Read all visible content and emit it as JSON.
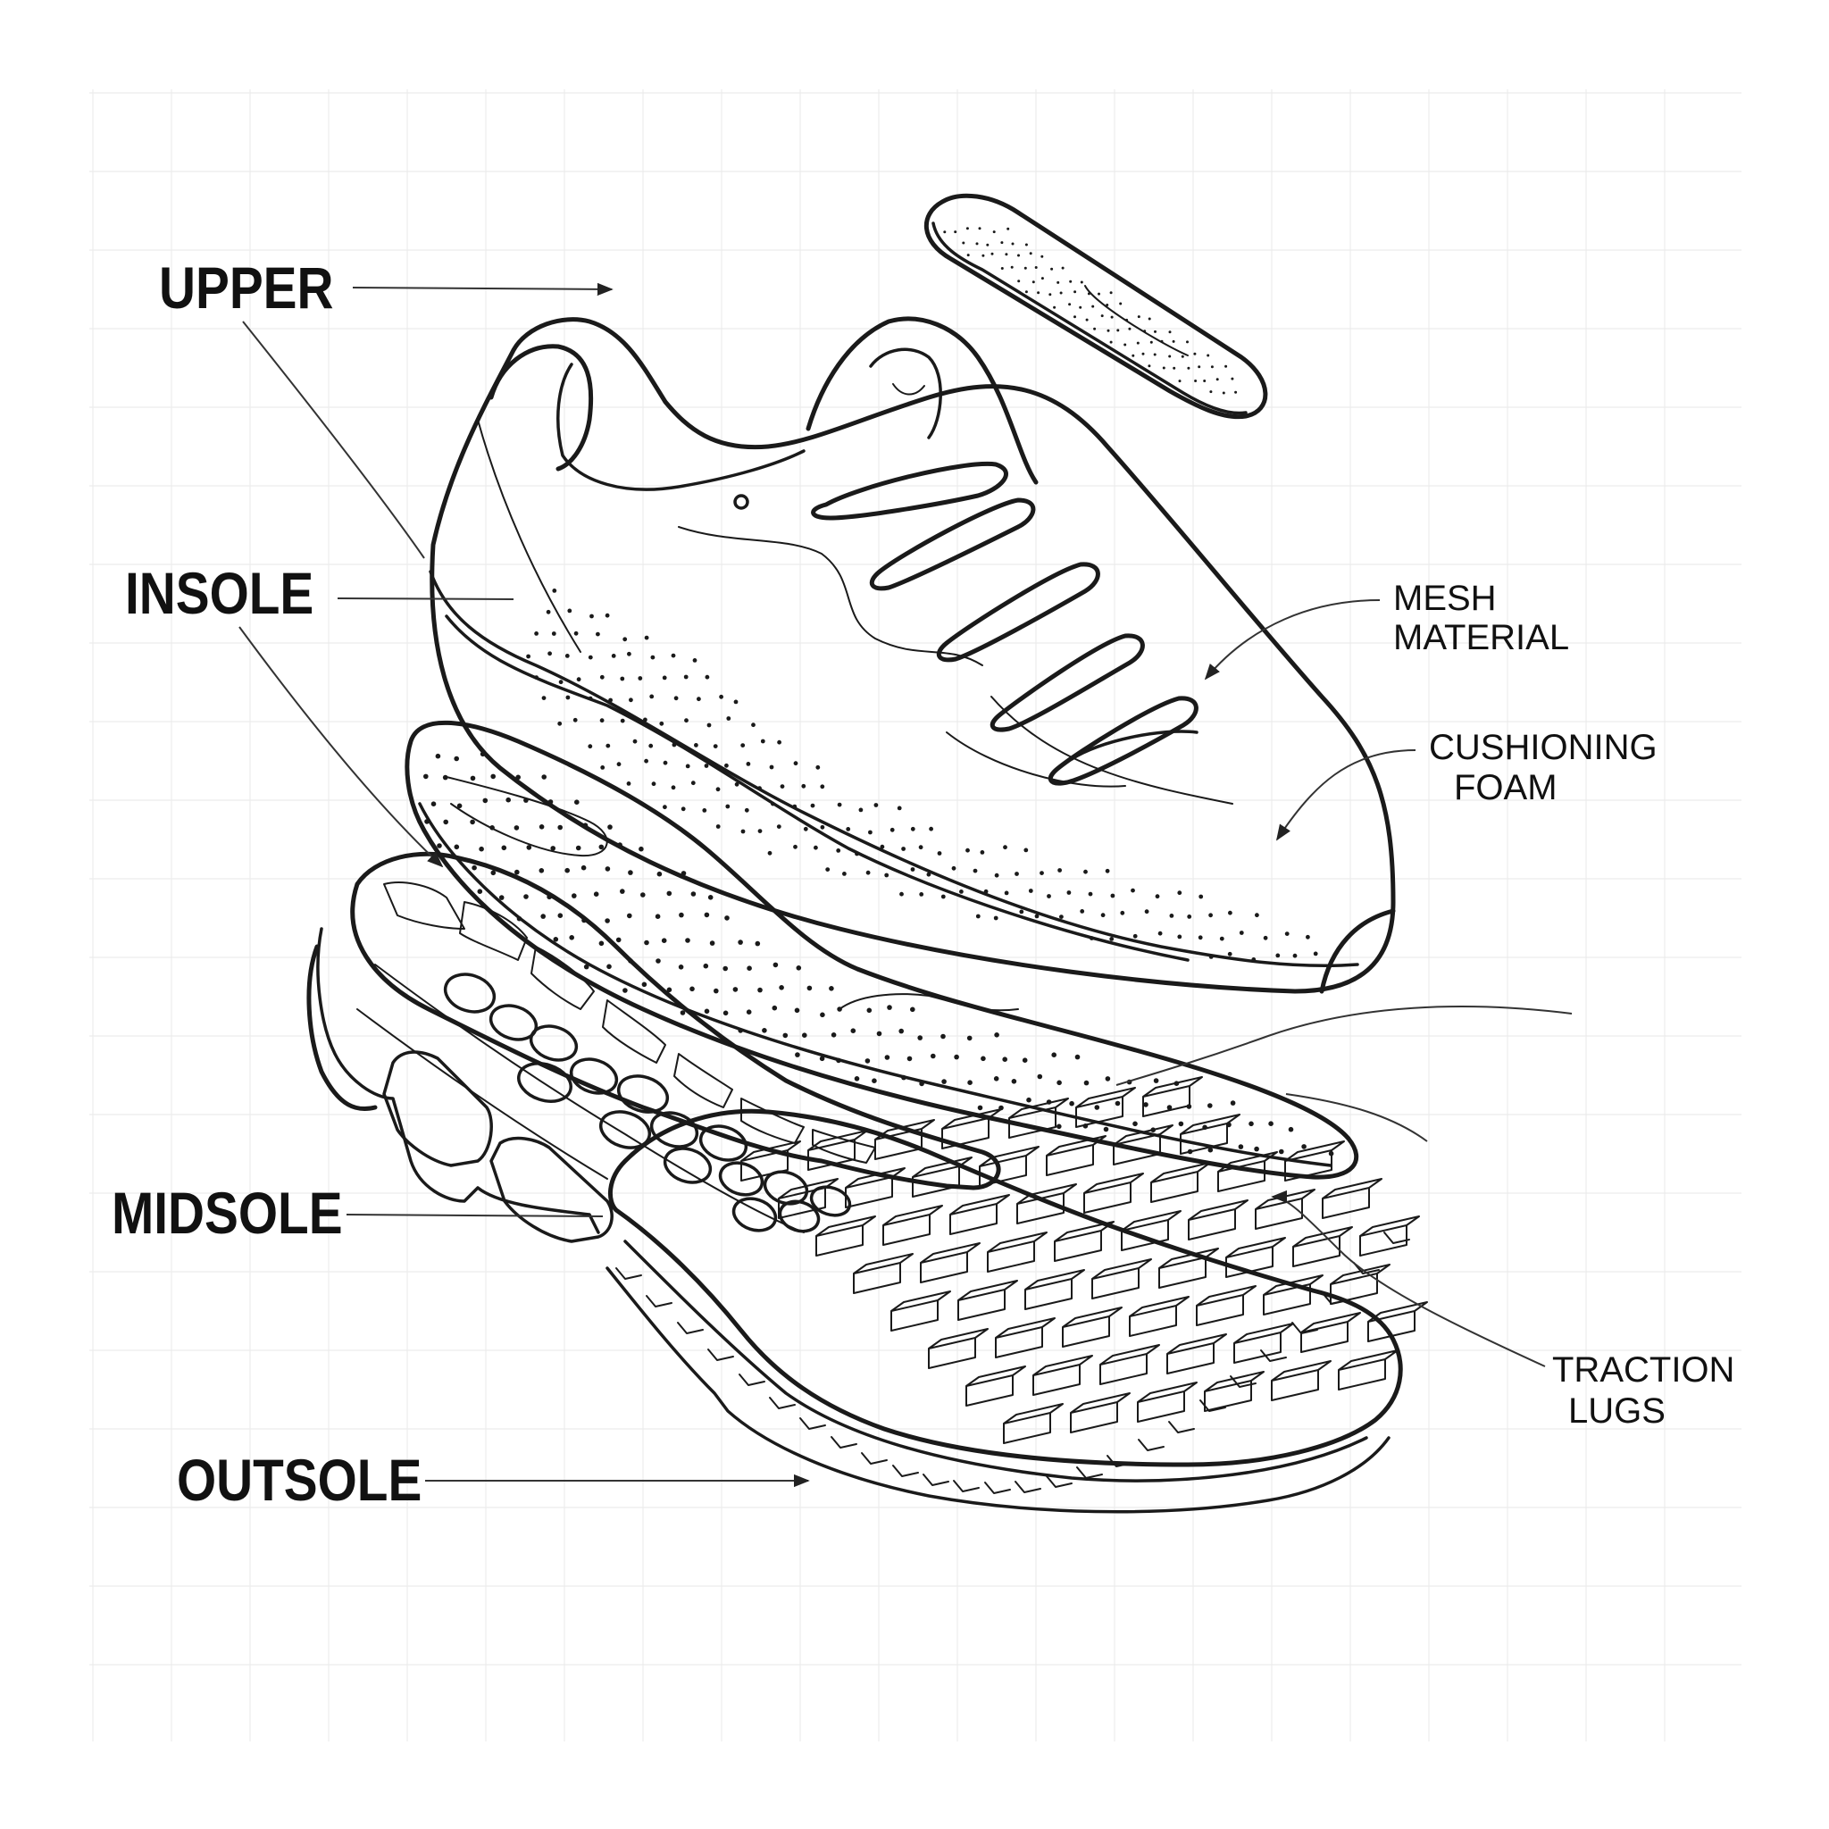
{
  "labels": {
    "upper": "UPPER",
    "insole": "INSOLE",
    "midsole": "MIDSOLE",
    "outsole": "OUTSOLE"
  },
  "callouts": {
    "mesh_line1": "MESH",
    "mesh_line2": "MATERIAL",
    "cushion_line1": "CUSHIONING",
    "cushion_line2": "FOAM",
    "traction_line1": "TRACTION",
    "traction_line2": "LUGS"
  },
  "colors": {
    "ink": "#1a1a1a",
    "grid": "#ececec",
    "background": "#ffffff"
  }
}
